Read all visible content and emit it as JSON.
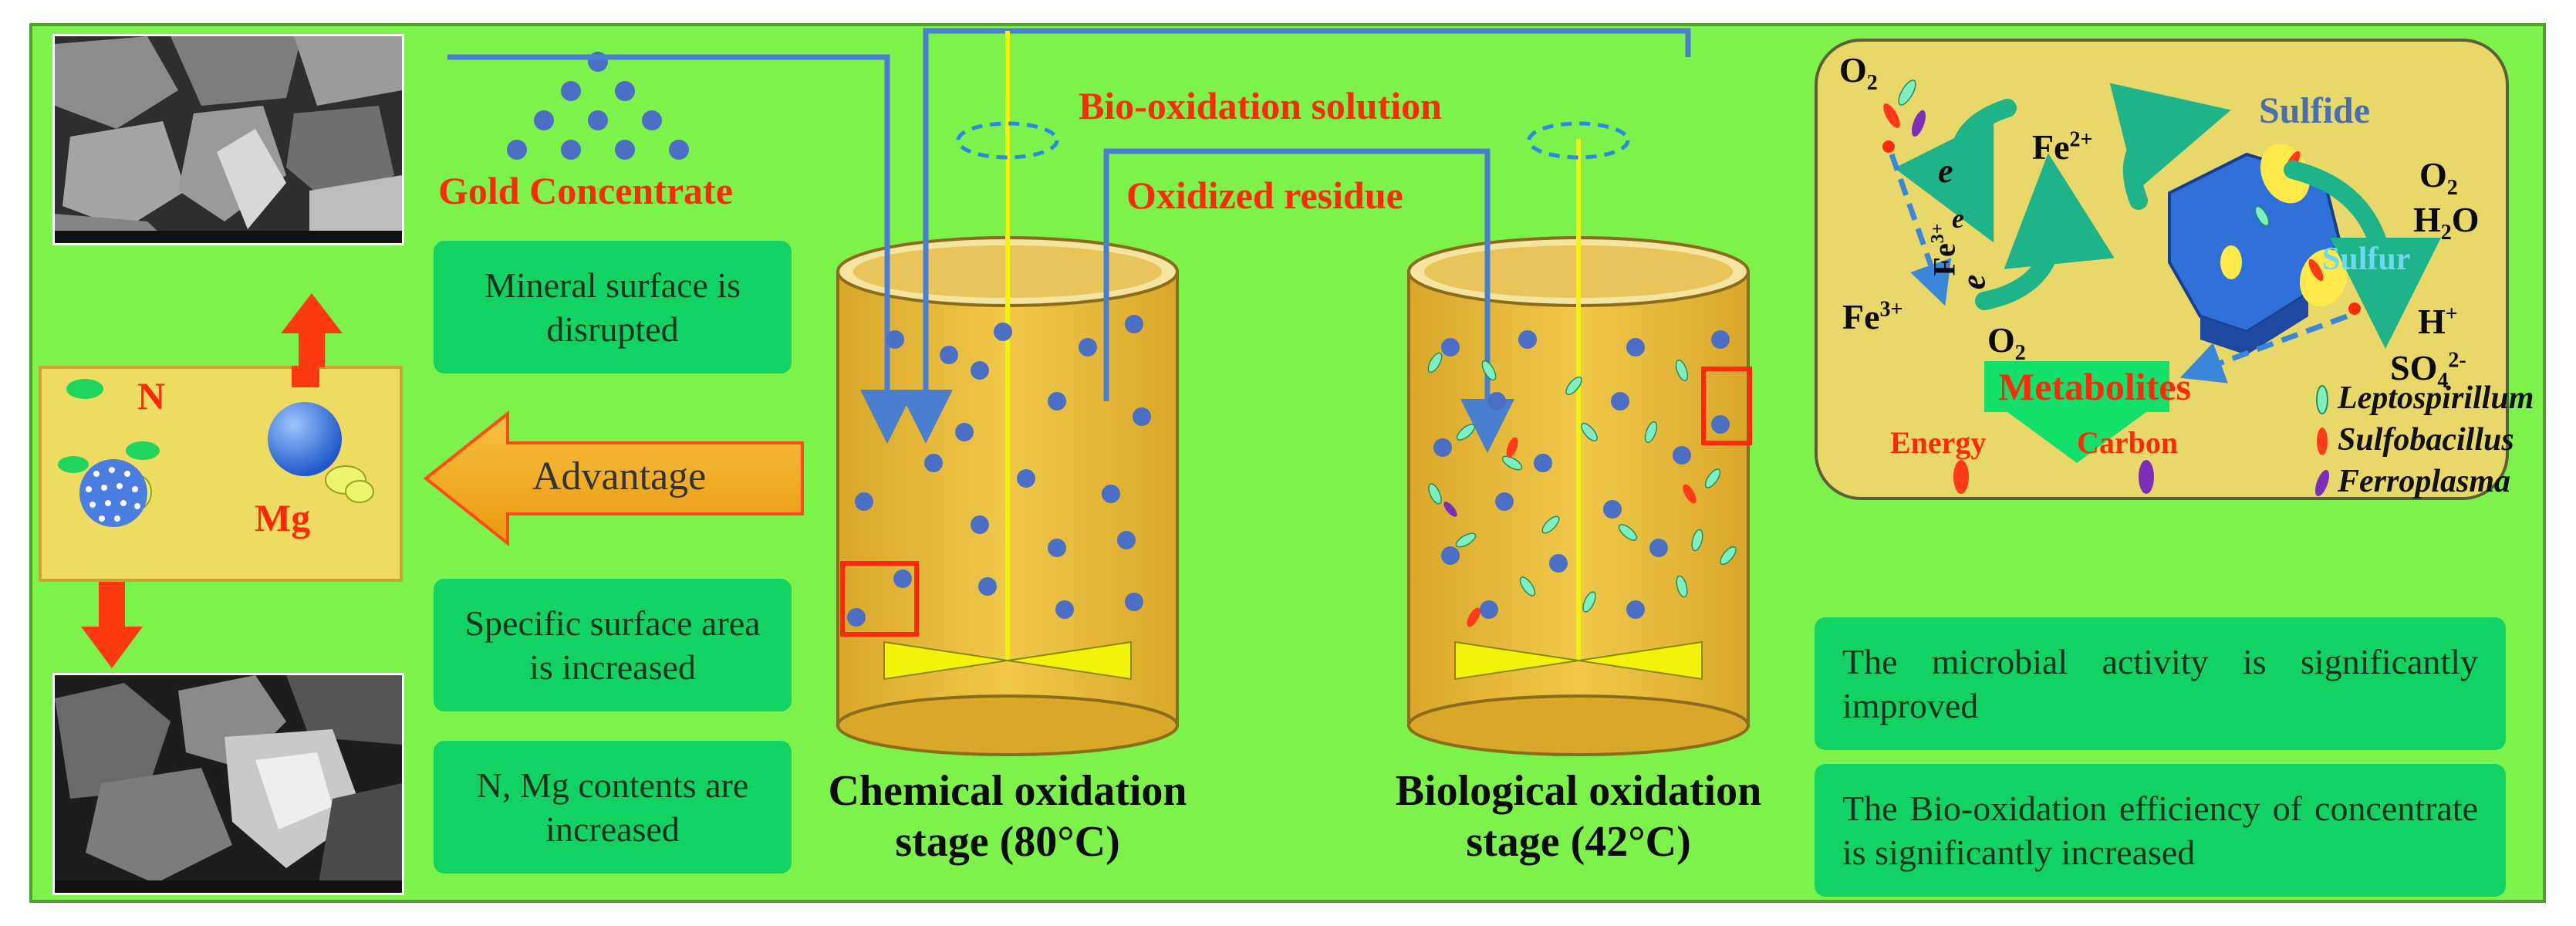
{
  "colors": {
    "background": "#7cf24a",
    "green_box": "#12d264",
    "tank_liquid": "#e8bf3a",
    "pipe_blue": "#4a7fd0",
    "red_label": "#ff2a0b",
    "panel_yellow": "#eedc62",
    "particle_blue": "#4a6fc4"
  },
  "left_panel": {
    "label_n": "N",
    "label_mg": "Mg"
  },
  "feed": {
    "label": "Gold Concentrate"
  },
  "effects": [
    {
      "text": "Mineral surface is disrupted"
    },
    {
      "text": "Specific surface area is increased"
    },
    {
      "text": "N, Mg contents are increased"
    }
  ],
  "advantage_arrow": {
    "label": "Advantage"
  },
  "flow_labels": {
    "bio_solution": "Bio-oxidation solution",
    "oxidized_residue": "Oxidized residue"
  },
  "tanks": [
    {
      "stage_line1": "Chemical oxidation",
      "stage_line2": "stage (80°C)"
    },
    {
      "stage_line1": "Biological oxidation",
      "stage_line2": "stage (42°C)"
    }
  ],
  "mechanism": {
    "sulfide": "Sulfide",
    "sulfur": "Sulfur",
    "o2_top_left": "O",
    "o2_top_left_sub": "2",
    "fe2": "Fe",
    "fe2_sup": "2+",
    "fe3": "Fe",
    "fe3_sup": "3+",
    "o2_bottom": "O",
    "o2_bottom_sub": "2",
    "o2_right": "O",
    "o2_right_sub": "2",
    "h2o": "H",
    "h2o_sub": "2",
    "h2o_tail": "O",
    "h_plus": "H",
    "h_plus_sup": "+",
    "so4": "SO",
    "so4_sub": "4",
    "so4_sup": "2-",
    "metabolites": "Metabolites",
    "energy": "Energy",
    "carbon": "Carbon",
    "electron_1": "e",
    "electron_2": "e",
    "electron_3": "e",
    "fe_center": "Fe",
    "fe_center_sup": "3+"
  },
  "microbes": [
    {
      "name": "Leptospirillum",
      "color": "#3fd3a0"
    },
    {
      "name": "Sulfobacillus",
      "color": "#ff3b1a"
    },
    {
      "name": "Ferroplasma",
      "color": "#7b2fb8"
    }
  ],
  "results": [
    {
      "text": "The microbial activity is significantly improved"
    },
    {
      "text": "The Bio-oxidation efficiency of concentrate is significantly increased"
    }
  ]
}
